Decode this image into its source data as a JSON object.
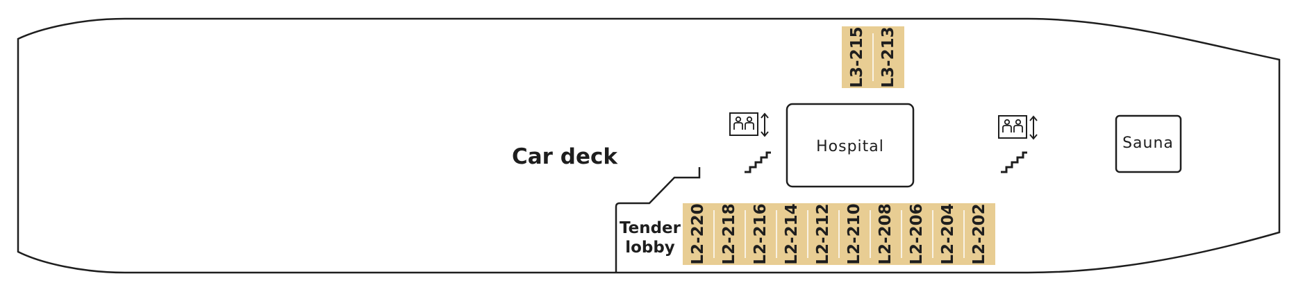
{
  "colors": {
    "cabin_fill": "#e8cd93",
    "outline": "#1e1e1e",
    "background": "#ffffff"
  },
  "areas": {
    "car_deck": "Car deck",
    "hospital": "Hospital",
    "sauna": "Sauna",
    "tender_lobby_line1": "Tender",
    "tender_lobby_line2": "lobby"
  },
  "icons": {
    "elevator": "elevator-icon",
    "stairs": "stairs-icon"
  },
  "cabins_upper": [
    "L3-215",
    "L3-213"
  ],
  "cabins_lower": [
    "L2-220",
    "L2-218",
    "L2-216",
    "L2-214",
    "L2-212",
    "L2-210",
    "L2-208",
    "L2-206",
    "L2-204",
    "L2-202"
  ]
}
